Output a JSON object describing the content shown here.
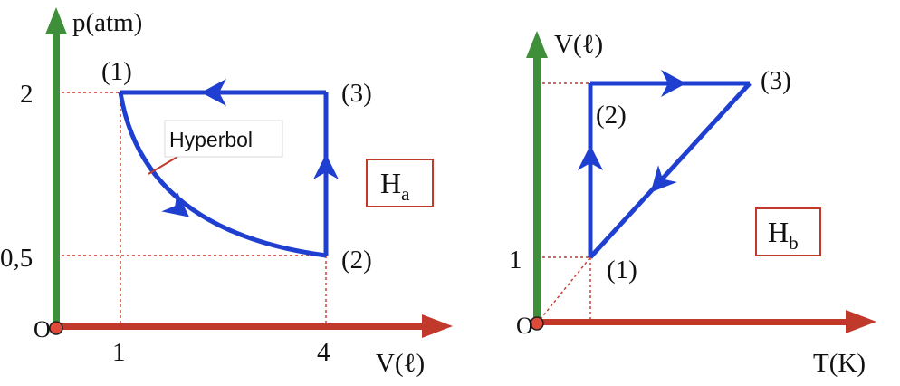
{
  "left_diagram": {
    "y_axis_label": "p(atm)",
    "x_axis_label": "V(ℓ)",
    "origin_label": "O",
    "y_ticks": [
      "2",
      "0,5"
    ],
    "x_ticks": [
      "1",
      "4"
    ],
    "states": [
      "(1)",
      "(2)",
      "(3)"
    ],
    "curve_label": "Hyperbol",
    "box_label_main": "H",
    "box_label_sub": "a"
  },
  "right_diagram": {
    "y_axis_label": "V(ℓ)",
    "x_axis_label": "T(K)",
    "origin_label": "O",
    "y_ticks": [
      "1"
    ],
    "states": [
      "(1)",
      "(2)",
      "(3)"
    ],
    "box_label_main": "H",
    "box_label_sub": "b"
  },
  "colors": {
    "axis_y": "#3f8f3a",
    "axis_x": "#c0392b",
    "cycle": "#1f3fd0",
    "dashed": "#c0392b",
    "box_border": "#c0392b"
  }
}
